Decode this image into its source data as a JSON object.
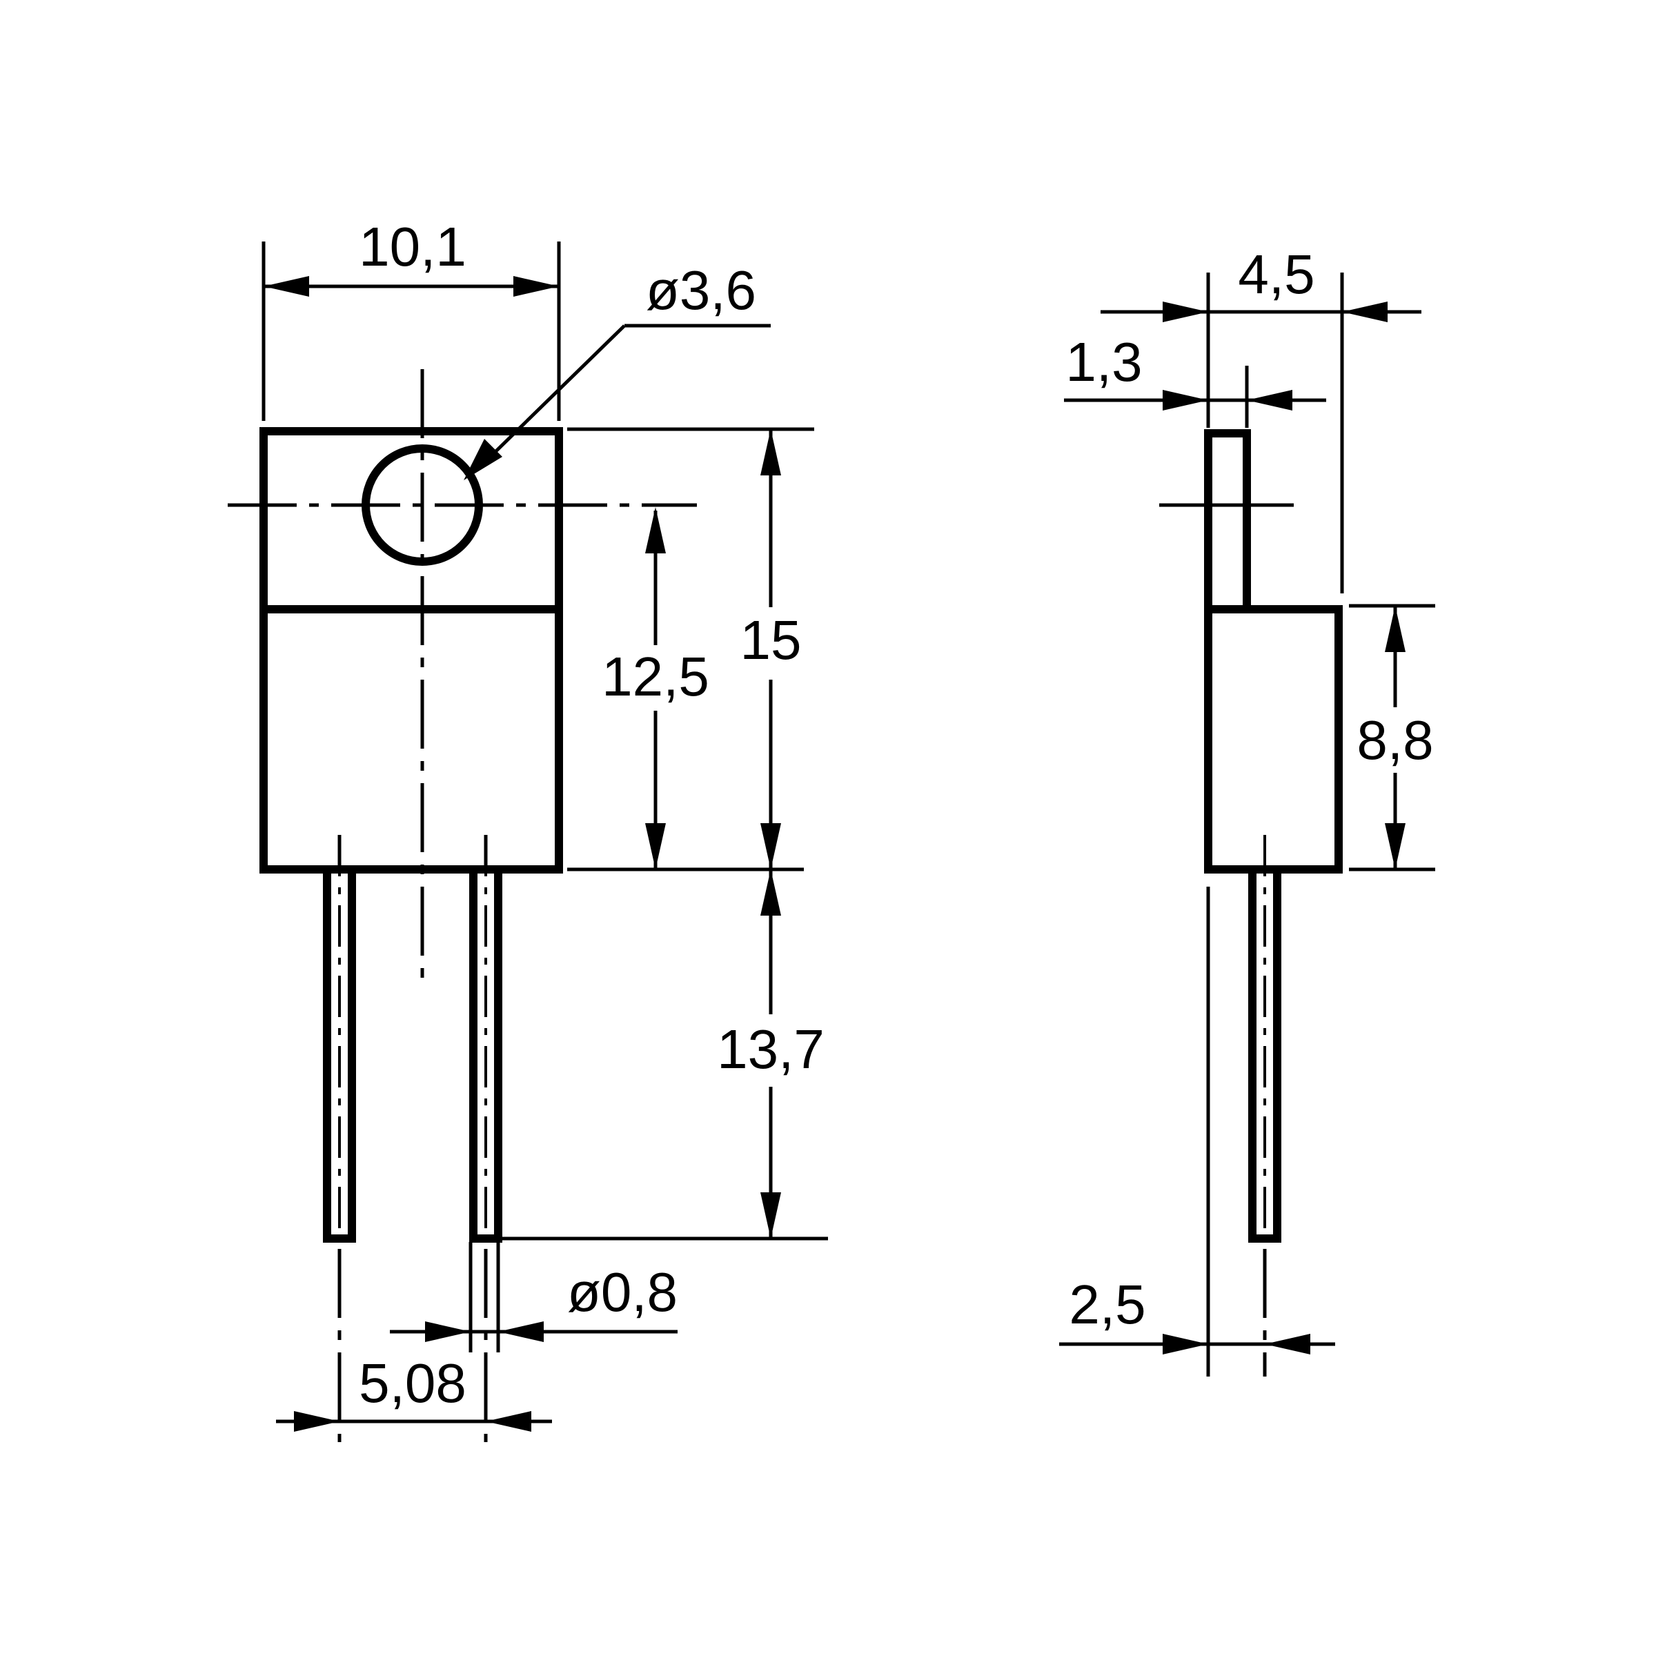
{
  "colors": {
    "line": "#000000",
    "background": "#ffffff"
  },
  "front_view": {
    "dim_width": "10,1",
    "dim_hole": "ø3,6",
    "dim_hole_center": "12,5",
    "dim_body_height": "15",
    "dim_lead_length": "13,7",
    "dim_lead_diameter": "ø0,8",
    "dim_pitch": "5,08"
  },
  "side_view": {
    "dim_total_thickness": "4,5",
    "dim_tab_thickness": "1,3",
    "dim_body_height": "8,8",
    "dim_lead_offset": "2,5"
  }
}
